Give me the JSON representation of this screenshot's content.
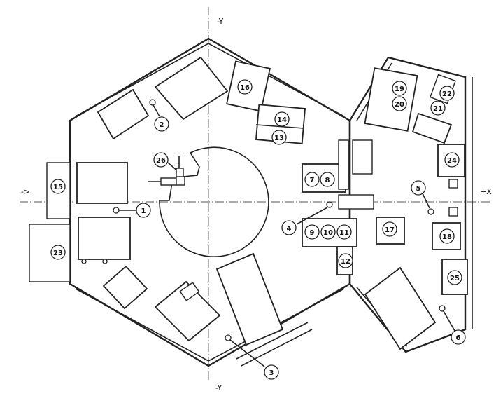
{
  "axes": {
    "top": "-Y",
    "bottom": "-Y",
    "left": "->",
    "right": "+X"
  },
  "points": [
    "1",
    "2",
    "3",
    "4",
    "5",
    "6"
  ],
  "items": [
    "7",
    "8",
    "9",
    "10",
    "11",
    "12",
    "13",
    "14",
    "15",
    "16",
    "17",
    "18",
    "19",
    "20",
    "21",
    "22",
    "23",
    "24",
    "25",
    "26"
  ]
}
